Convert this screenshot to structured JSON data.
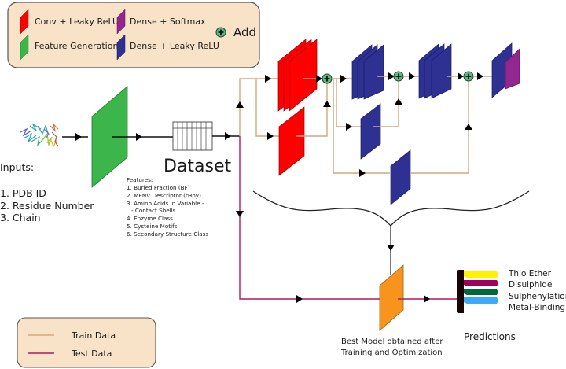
{
  "legend_top": {
    "items": [
      {
        "label": "Conv + Leaky ReLU",
        "color": "#ff0000"
      },
      {
        "label": "Feature Generation",
        "color": "#3cb54a"
      },
      {
        "label": "Dense + Softmax",
        "color": "#92278f"
      },
      {
        "label": "Dense + Leaky ReLU",
        "color": "#2e3192"
      }
    ],
    "add_label": "Add",
    "add_color": "#5fb583"
  },
  "inputs": {
    "title": "Inputs:",
    "items": [
      "1. PDB ID",
      "2. Residue Number",
      "3. Chain"
    ]
  },
  "dataset": {
    "title": "Dataset",
    "features_title": "Features:",
    "features": [
      "1. Buried Fraction (BF)",
      "2. MENV Descriptor (rHpy)",
      "3. Amino Acids in Variable -",
      "   - Contact Shells",
      "4. Enzyme Class",
      "5. Cysteine Motifs",
      "6. Secondary Structure Class"
    ]
  },
  "best_model": {
    "line1": "Best Model obtained after",
    "line2": "Training and Optimization",
    "color": "#f7941d"
  },
  "predictions": {
    "title": "Predictions",
    "items": [
      {
        "label": "Thio Ether",
        "color": "#fff200"
      },
      {
        "label": "Disulphide",
        "color": "#9e005d"
      },
      {
        "label": "Sulphenylation",
        "color": "#006837"
      },
      {
        "label": "Metal-Binding",
        "color": "#3fa9f5"
      }
    ]
  },
  "legend_bottom": {
    "items": [
      {
        "label": "Train Data",
        "color": "#d1a97c"
      },
      {
        "label": "Test Data",
        "color": "#b0195e"
      }
    ]
  }
}
